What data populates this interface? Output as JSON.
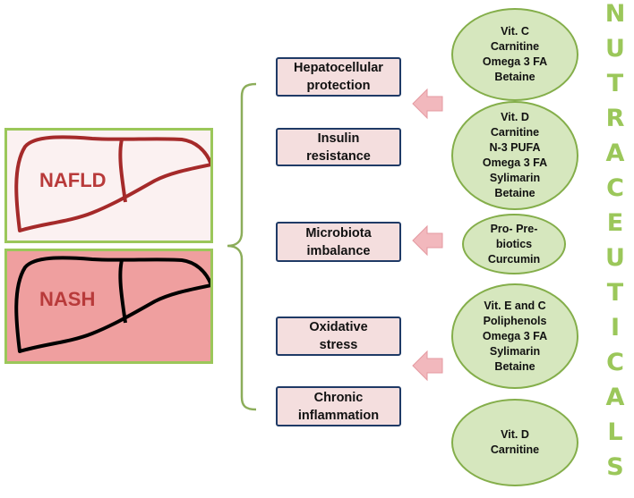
{
  "panels": {
    "nafld": {
      "label": "NAFLD"
    },
    "nash": {
      "label": "NASH"
    }
  },
  "boxes": [
    {
      "text": "Hepatocellular\nprotection"
    },
    {
      "text": "Insulin\nresistance"
    },
    {
      "text": "Microbiota\nimbalance"
    },
    {
      "text": "Oxidative\nstress"
    },
    {
      "text": "Chronic\ninflammation"
    }
  ],
  "nutraceuticals": [
    {
      "text": "Vit. C\nCarnitine\nOmega 3 FA\nBetaine"
    },
    {
      "text": "Vit. D\nCarnitine\nN-3 PUFA\nOmega 3 FA\nSylimarin\nBetaine"
    },
    {
      "text": "Pro- Pre-\nbiotics\nCurcumin"
    },
    {
      "text": "Vit. E and C\nPoliphenols\nOmega 3 FA\nSylimarin\nBetaine"
    },
    {
      "text": "Vit. D\nCarnitine"
    }
  ],
  "vertical_title": [
    "N",
    "U",
    "T",
    "R",
    "A",
    "C",
    "E",
    "U",
    "T",
    "I",
    "C",
    "A",
    "L",
    "S"
  ],
  "colors": {
    "panel_border": "#9bc75a",
    "nafld_bg": "#fbf1f1",
    "nash_bg": "#ef9f9f",
    "liver_nafld": "#a52a2a",
    "liver_nash": "#000000",
    "box_fill": "#f4dede",
    "box_border": "#1f3a66",
    "arrow_fill": "#f2b8bd",
    "ellipse_fill": "#d6e7be",
    "ellipse_border": "#84ae4a",
    "title_green": "#9bc75a"
  },
  "icons": [
    "liver-icon",
    "brace",
    "left-arrow-icon"
  ]
}
